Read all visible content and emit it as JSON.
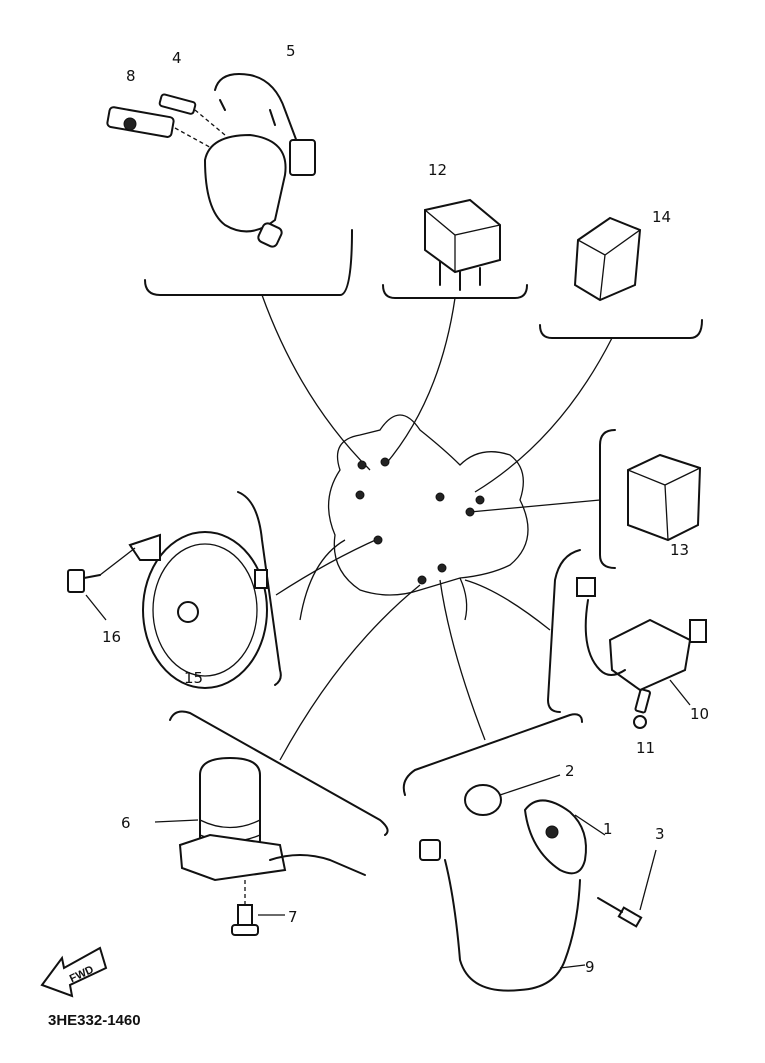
{
  "diagram": {
    "callouts": {
      "p1": "1",
      "p2": "2",
      "p3": "3",
      "p4": "4",
      "p5": "5",
      "p6": "6",
      "p7": "7",
      "p8": "8",
      "p9": "9",
      "p10": "10",
      "p11": "11",
      "p12": "12",
      "p13": "13",
      "p14": "14",
      "p15": "15",
      "p16": "16"
    },
    "direction_label": "FWD",
    "drawing_code": "3HE332-1460"
  }
}
